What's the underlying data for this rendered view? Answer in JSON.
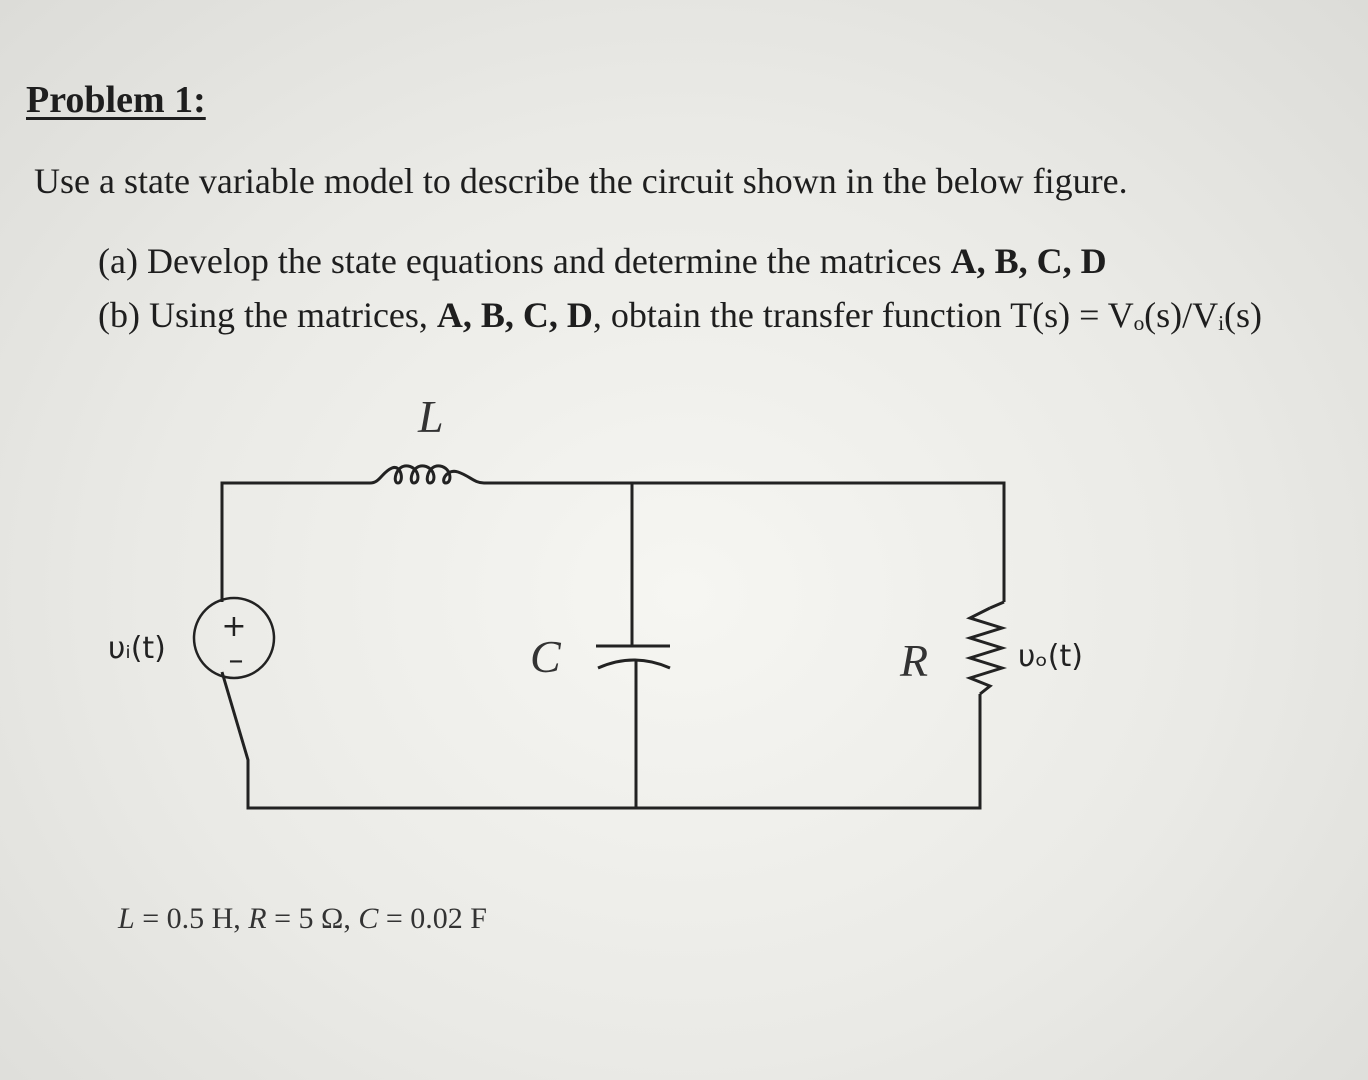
{
  "problem": {
    "title": "Problem 1:",
    "intro": "Use a state variable model to describe the circuit shown in the below figure.",
    "part_a": {
      "text": "(a) Develop the state equations and determine the matrices ",
      "bold": "A, B, C, D"
    },
    "part_b": {
      "prefix": "(b) Using the matrices, ",
      "bold": "A, B, C, D",
      "suffix": ", obtain the transfer function T(s) = Vₒ(s)/Vᵢ(s)"
    }
  },
  "circuit": {
    "inductor_label": "L",
    "capacitor_label": "C",
    "resistor_label": "R",
    "source_label": "υᵢ(t)",
    "output_label": "υₒ(t)",
    "source_plus": "+",
    "source_minus": "–"
  },
  "values": {
    "L_sym": "L",
    "L_val": " = 0.5 H, ",
    "R_sym": "R",
    "R_val": " = 5 Ω, ",
    "C_sym": "C",
    "C_val": " = 0.02 F"
  }
}
